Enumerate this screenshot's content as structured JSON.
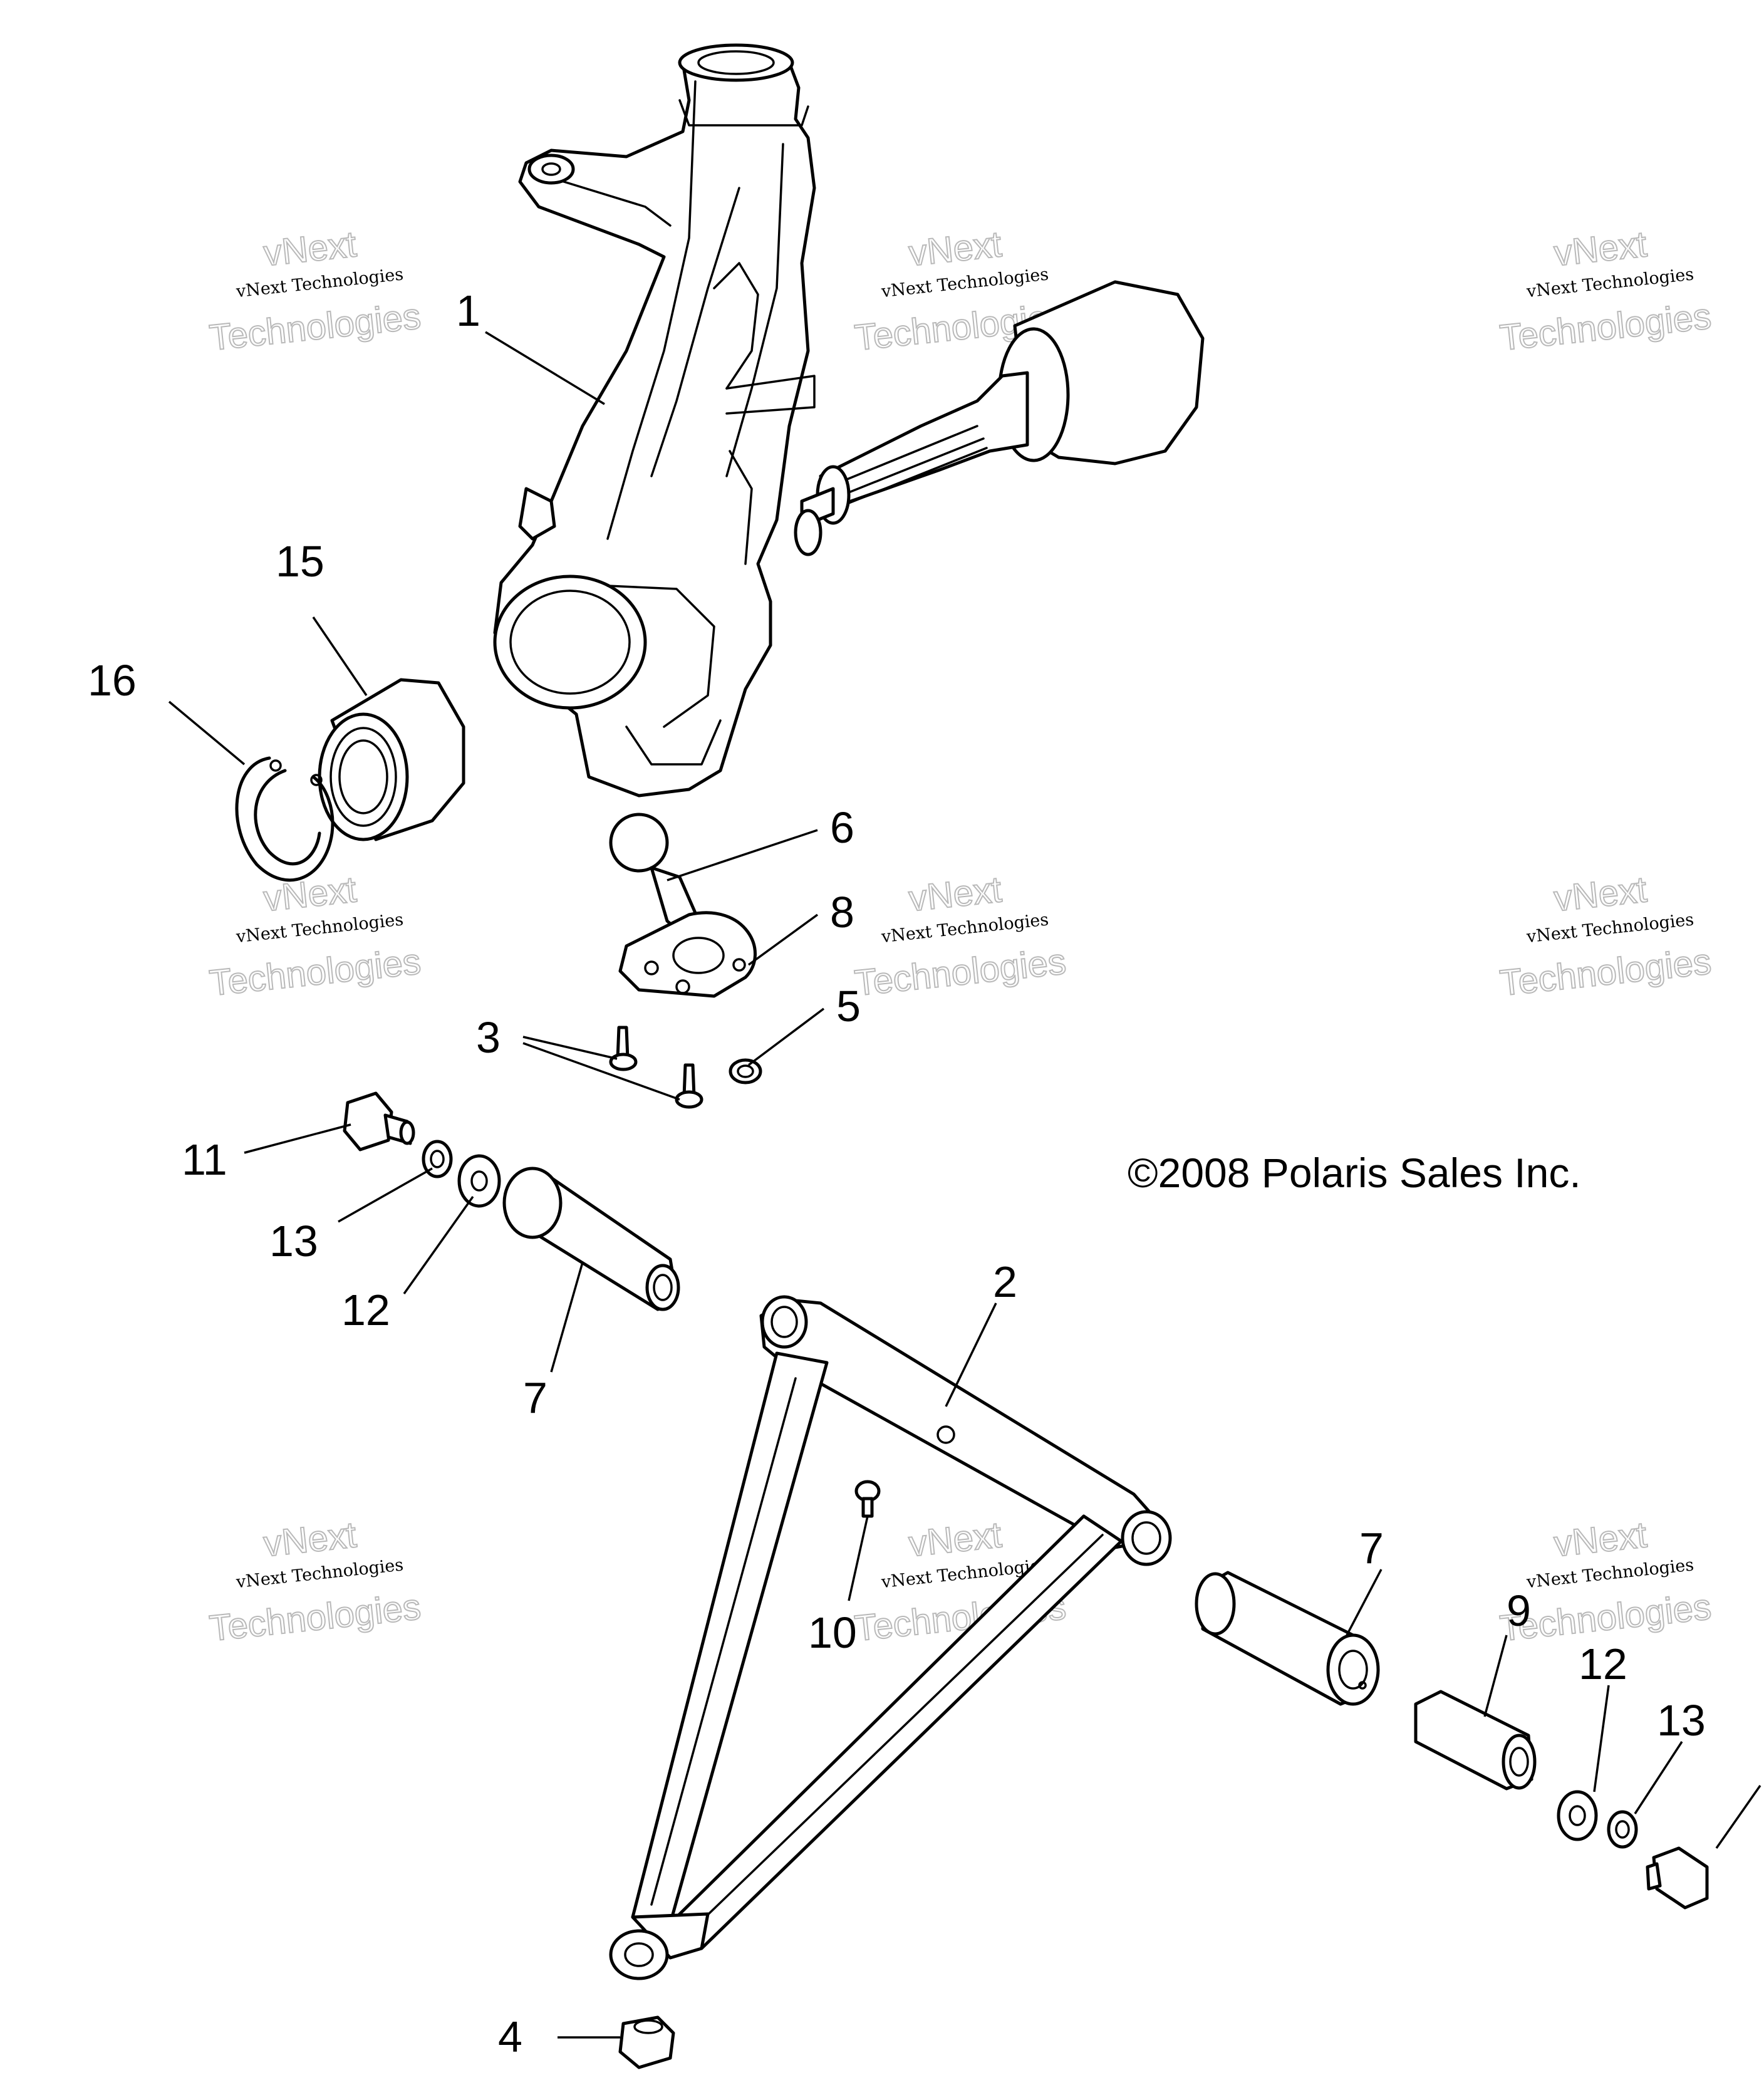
{
  "diagram": {
    "copyright": "©2008 Polaris Sales Inc.",
    "watermark": {
      "line1": "vNext",
      "line2": "vNext Technologies",
      "line3": "Technologies"
    },
    "callouts": {
      "c1": "1",
      "c2": "2",
      "c3": "3",
      "c4": "4",
      "c5": "5",
      "c6": "6",
      "c7a": "7",
      "c7b": "7",
      "c8": "8",
      "c9": "9",
      "c10": "10",
      "c11": "11",
      "c12a": "12",
      "c12b": "12",
      "c13a": "13",
      "c13b": "13",
      "c15": "15",
      "c16": "16"
    }
  }
}
